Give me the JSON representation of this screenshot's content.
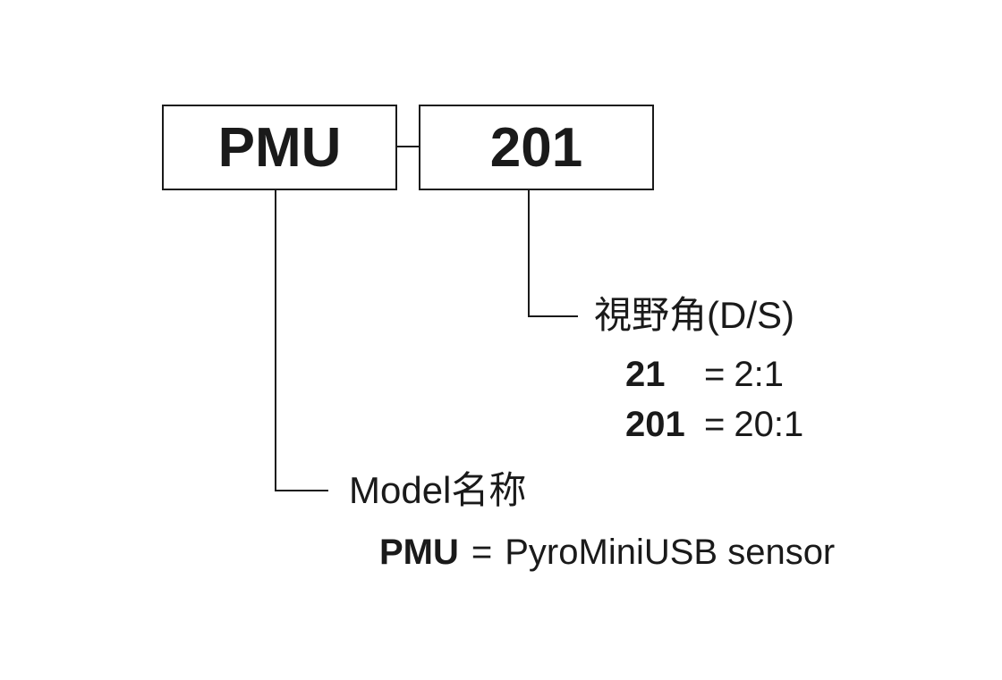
{
  "boxes": {
    "model_code": "PMU",
    "fov_code": "201"
  },
  "fov": {
    "heading": "視野角(D/S)",
    "options": [
      {
        "code": "21",
        "equals": "=",
        "value": "2:1"
      },
      {
        "code": "201",
        "equals": "=",
        "value": "20:1"
      }
    ]
  },
  "model": {
    "heading": "Model名称",
    "options": [
      {
        "code": "PMU",
        "equals": "=",
        "value": "PyroMiniUSB sensor"
      }
    ]
  }
}
